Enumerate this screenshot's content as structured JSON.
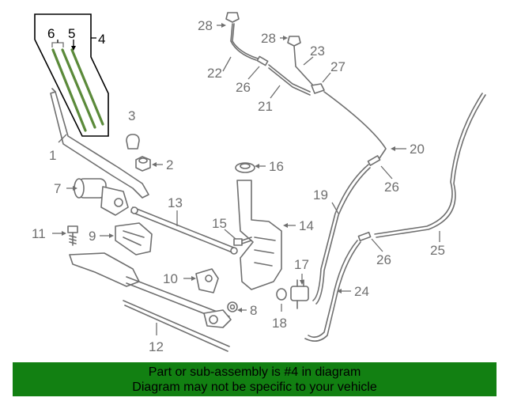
{
  "callouts": {
    "c1": "1",
    "c2": "2",
    "c3": "3",
    "c4": "4",
    "c5": "5",
    "c6": "6",
    "c7": "7",
    "c8": "8",
    "c9": "9",
    "c10": "10",
    "c11": "11",
    "c12": "12",
    "c13": "13",
    "c14": "14",
    "c15": "15",
    "c16": "16",
    "c17": "17",
    "c18": "18",
    "c19": "19",
    "c20": "20",
    "c21": "21",
    "c22": "22",
    "c23": "23",
    "c24": "24",
    "c25": "25",
    "c26a": "26",
    "c26b": "26",
    "c26c": "26",
    "c27": "27",
    "c28a": "28",
    "c28b": "28"
  },
  "footer": {
    "line1": "Part or sub-assembly is #4 in diagram",
    "line2": "Diagram may not be specific to your vehicle"
  },
  "colors": {
    "highlight_box": "#000000",
    "blade": "#5b8a3a",
    "footer_bg": "#128012",
    "line_art": "#6f6f6f"
  }
}
